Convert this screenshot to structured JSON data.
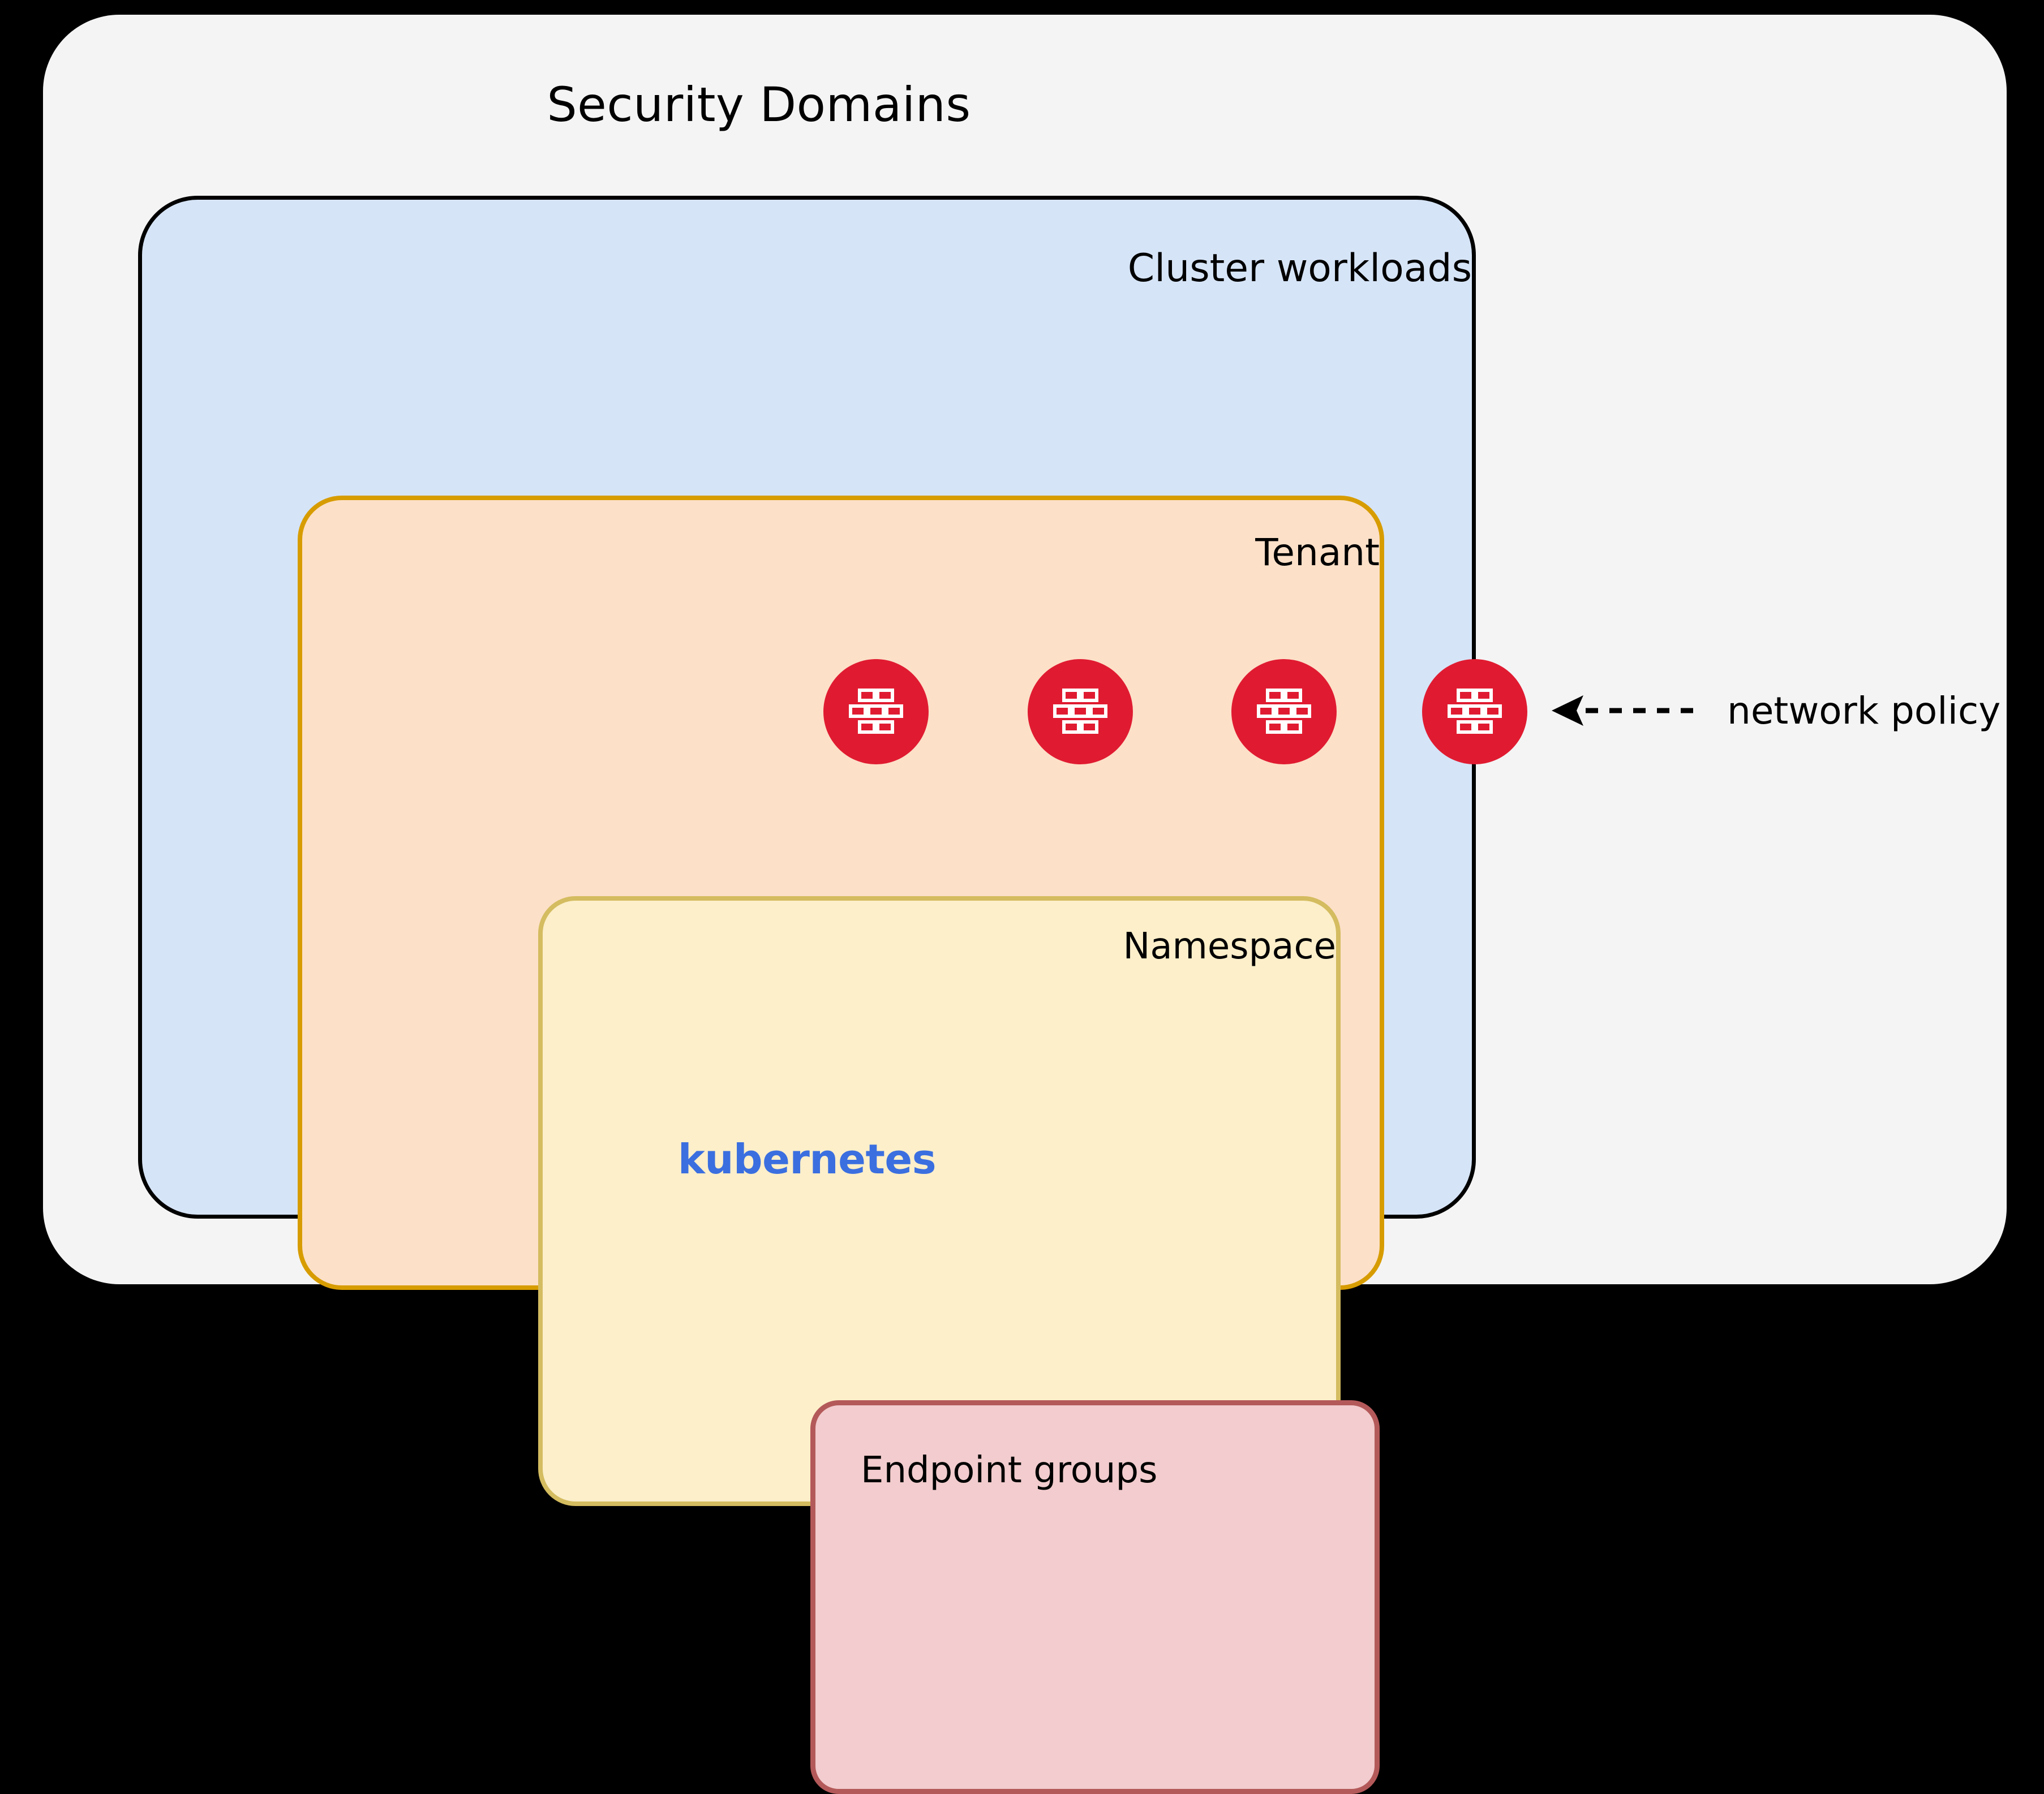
{
  "diagram": {
    "title": "Security Domains",
    "background_color": "#f4f4f4",
    "page_color": "#000000",
    "layers": [
      {
        "key": "cluster",
        "label": "Cluster workloads",
        "fill": "#d6e4f7",
        "stroke": "#000000",
        "brand_label": "kubernetes",
        "brand_color": "#3b6fe0"
      },
      {
        "key": "tenant",
        "label": "Tenant",
        "fill": "#fce0c8",
        "stroke": "#d79c00"
      },
      {
        "key": "namespace",
        "label": "Namespace",
        "fill": "#fcefca",
        "stroke": "#d4bc60"
      },
      {
        "key": "endpoint",
        "label": "Endpoint groups",
        "fill": "#f2ccce",
        "stroke": "#b4595a"
      }
    ],
    "policy_icons": [
      {
        "icon": "firewall-icon",
        "on_boundary": "endpoint",
        "color": "#e01b31"
      },
      {
        "icon": "firewall-icon",
        "on_boundary": "namespace",
        "color": "#e01b31"
      },
      {
        "icon": "firewall-icon",
        "on_boundary": "tenant",
        "color": "#e01b31"
      },
      {
        "icon": "firewall-icon",
        "on_boundary": "cluster",
        "color": "#e01b31"
      }
    ],
    "annotation": {
      "label": "network policy",
      "arrow": "dashed-arrow-left-icon",
      "color": "#000000"
    }
  }
}
